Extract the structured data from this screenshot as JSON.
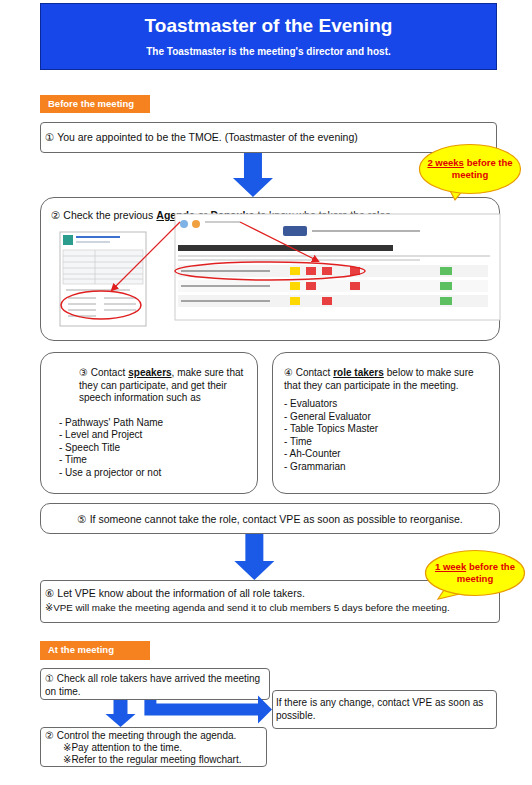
{
  "diagram": {
    "nodes": [
      {
        "text": [
          "Toastmaster of the Evening",
          "The Toastmaster is the meeting's director and host."
        ]
      },
      {
        "text": [
          "Before the meeting"
        ]
      },
      {
        "text": [
          "① You are appointed to be the TMOE. (Toastmaster of the evening)"
        ]
      },
      {
        "text": [
          "2 weeks",
          "before the meeting"
        ]
      },
      {
        "text": [
          "② Check the previous",
          "Agenda",
          "or",
          "Densuke",
          "to know who takers the roles."
        ]
      },
      {
        "text": [
          "③ Contact",
          "speakers",
          ", make sure that they can participate, and get their speech information such as",
          "- Pathways' Path Name",
          "- Level and Project",
          "- Speech Title",
          "- Time",
          "- Use a projector or not"
        ]
      },
      {
        "text": [
          "④ Contact",
          "role takers",
          "below to make sure that they can participate in the meeting.",
          "- Evaluators",
          "- General Evaluator",
          "- Table Topics Master",
          "- Time",
          "- Ah-Counter",
          "- Grammarian"
        ]
      },
      {
        "text": [
          "⑤ If someone cannot take the role, contact VPE as soon as possible to reorganise."
        ]
      },
      {
        "text": [
          "1 week",
          "before the meeting"
        ]
      },
      {
        "text": [
          "⑥ Let VPE know about the information of all role takers.",
          "※VPE will make the meeting agenda and send it to club members 5 days before the meeting."
        ]
      },
      {
        "text": [
          "At the meeting"
        ]
      },
      {
        "text": [
          "① Check all role takers have arrived the meeting on time."
        ]
      },
      {
        "text": [
          "If there is any change, contact VPE as soon as possible."
        ]
      },
      {
        "text": [
          "② Control the meeting through the agenda.",
          "※Pay attention to the time.",
          "※Refer to the regular meeting flowchart."
        ]
      }
    ],
    "edges": [
      {
        "from": 2,
        "to": 4,
        "arrow": "to"
      },
      {
        "from": 7,
        "to": 9,
        "arrow": "to"
      },
      {
        "from": 11,
        "to": 13,
        "arrow": "to"
      },
      {
        "from": 11,
        "to": 12,
        "arrow": "to"
      }
    ]
  }
}
